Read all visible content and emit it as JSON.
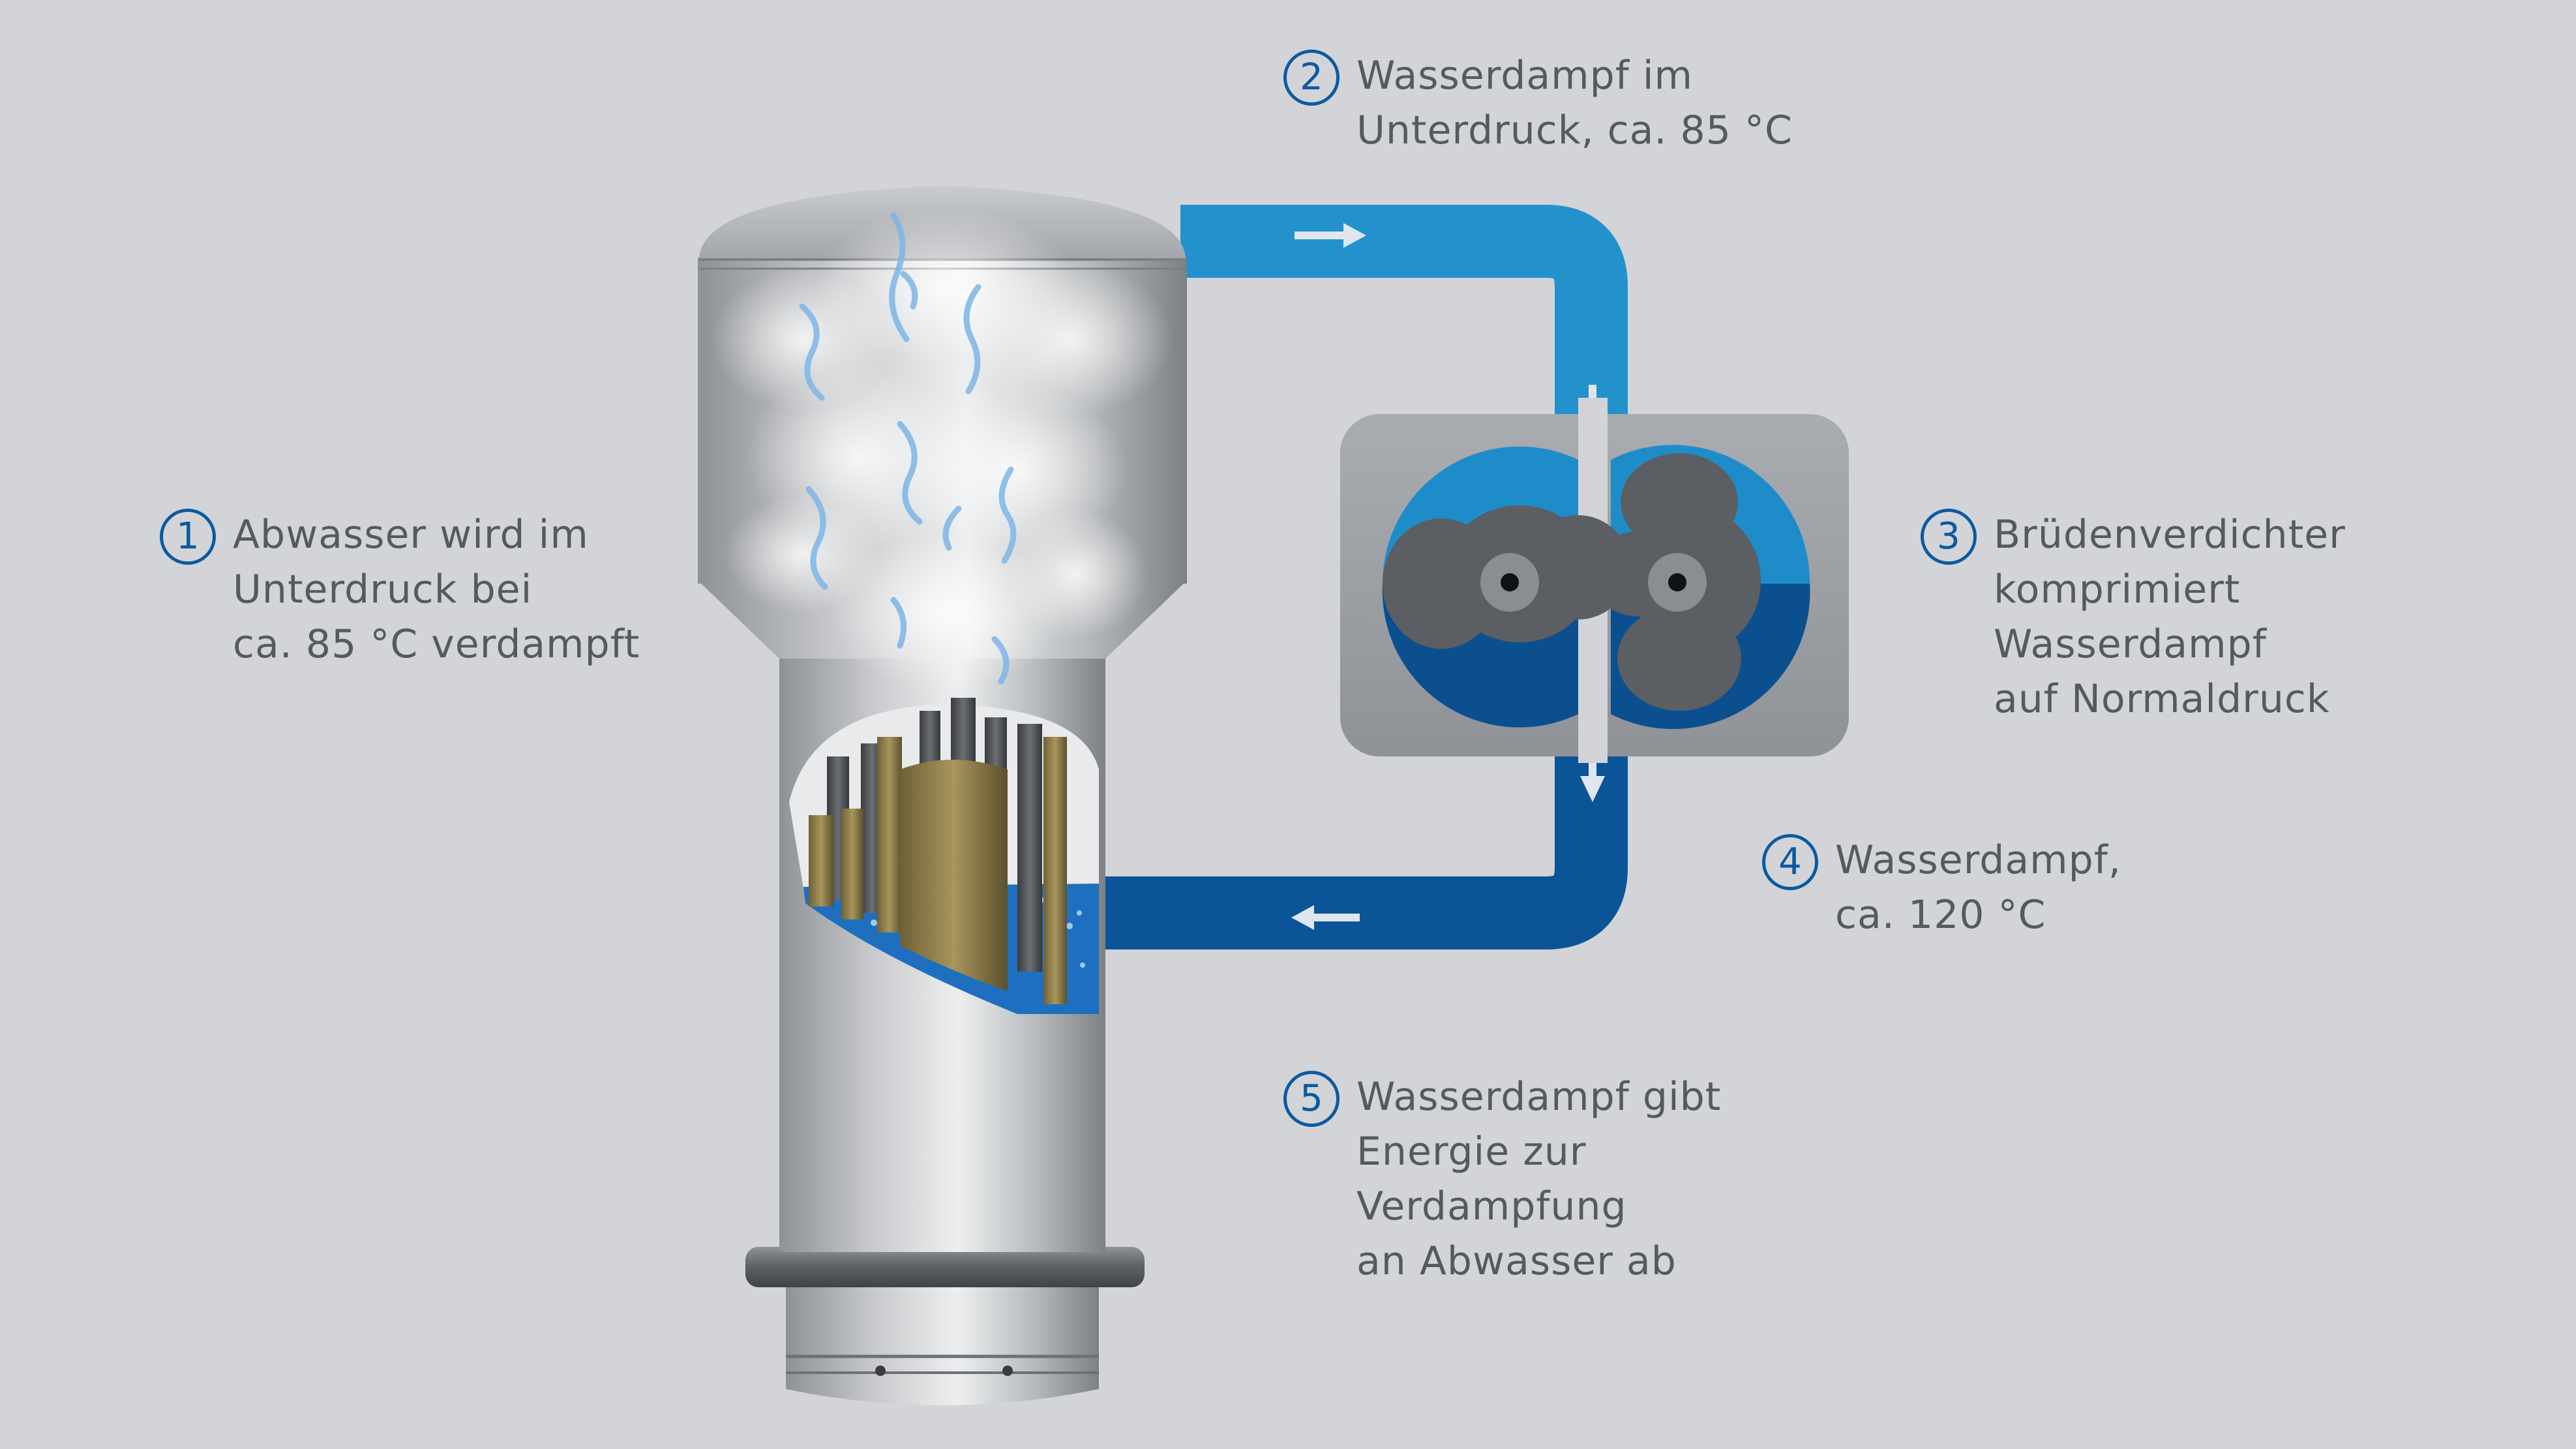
{
  "colors": {
    "background": "#d2d4d7",
    "accent_blue": "#0b5aa1",
    "steam_pipe_low_pressure": "#2392cc",
    "steam_pipe_high_pressure": "#0c5498",
    "vessel_steel": "#a7aaae",
    "compressor_rotor": "#5c5f63",
    "heating_tubes": "#8c7a4a",
    "water": "#1e6fbf",
    "label_text": "#555a60"
  },
  "icons": [
    "circled-number-1-icon",
    "circled-number-2-icon",
    "circled-number-3-icon",
    "circled-number-4-icon",
    "circled-number-5-icon",
    "flow-arrow-icon"
  ],
  "callouts": [
    {
      "id": "1",
      "number": "1",
      "lines": [
        "Abwasser wird im",
        "Unterdruck bei",
        "ca. 85 °C verdampft"
      ]
    },
    {
      "id": "2",
      "number": "2",
      "lines": [
        "Wasserdampf im",
        "Unterdruck, ca. 85 °C"
      ]
    },
    {
      "id": "3",
      "number": "3",
      "lines": [
        "Brüdenverdichter",
        "komprimiert",
        "Wasserdampf",
        "auf Normaldruck"
      ]
    },
    {
      "id": "4",
      "number": "4",
      "lines": [
        "Wasserdampf,",
        "ca. 120 °C"
      ]
    },
    {
      "id": "5",
      "number": "5",
      "lines": [
        "Wasserdampf gibt",
        "Energie zur",
        "Verdampfung",
        "an Abwasser ab"
      ]
    }
  ]
}
